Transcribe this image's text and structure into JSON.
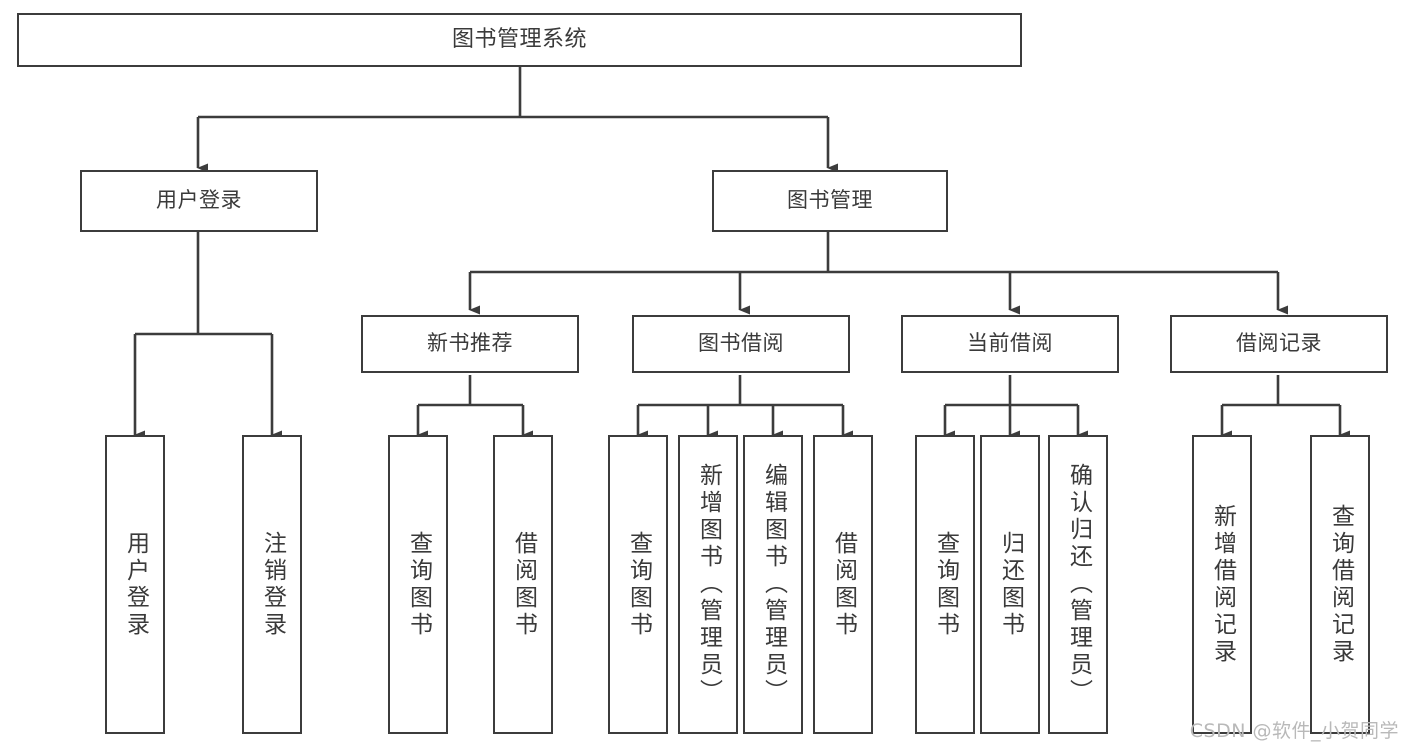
{
  "diagram": {
    "type": "tree-hierarchy",
    "title": "图书管理系统",
    "orientation": "top-down",
    "colors": {
      "stroke": "#3c3c3c",
      "fill": "#ffffff",
      "text": "#3a3a3a",
      "watermark": "#b9b9b9"
    },
    "nodes": {
      "root": {
        "label": "图书管理系统"
      },
      "level1": [
        {
          "id": "user-login",
          "label": "用户登录"
        },
        {
          "id": "book-manage",
          "label": "图书管理"
        }
      ],
      "level2": [
        {
          "id": "new-book-rec",
          "label": "新书推荐",
          "parent": "book-manage"
        },
        {
          "id": "book-borrow",
          "label": "图书借阅",
          "parent": "book-manage"
        },
        {
          "id": "current-borrow",
          "label": "当前借阅",
          "parent": "book-manage"
        },
        {
          "id": "borrow-record",
          "label": "借阅记录",
          "parent": "book-manage"
        }
      ],
      "leaves": [
        {
          "id": "leaf-user-login",
          "label": "用户登录",
          "parent": "user-login"
        },
        {
          "id": "leaf-logout-login",
          "label": "注销登录",
          "parent": "user-login"
        },
        {
          "id": "leaf-query-book-1",
          "label": "查询图书",
          "parent": "new-book-rec"
        },
        {
          "id": "leaf-borrow-book-1",
          "label": "借阅图书",
          "parent": "new-book-rec"
        },
        {
          "id": "leaf-query-book-2",
          "label": "查询图书",
          "parent": "book-borrow"
        },
        {
          "id": "leaf-add-book",
          "label": "新增图书（管理员）",
          "parent": "book-borrow"
        },
        {
          "id": "leaf-edit-book",
          "label": "编辑图书（管理员）",
          "parent": "book-borrow"
        },
        {
          "id": "leaf-borrow-book-2",
          "label": "借阅图书",
          "parent": "book-borrow"
        },
        {
          "id": "leaf-query-book-3",
          "label": "查询图书",
          "parent": "current-borrow"
        },
        {
          "id": "leaf-return-book",
          "label": "归还图书",
          "parent": "current-borrow"
        },
        {
          "id": "leaf-confirm-return",
          "label": "确认归还（管理员）",
          "parent": "current-borrow"
        },
        {
          "id": "leaf-add-record",
          "label": "新增借阅记录",
          "parent": "borrow-record"
        },
        {
          "id": "leaf-query-record",
          "label": "查询借阅记录",
          "parent": "borrow-record"
        }
      ]
    },
    "watermark": "CSDN @软件_小贺同学"
  }
}
